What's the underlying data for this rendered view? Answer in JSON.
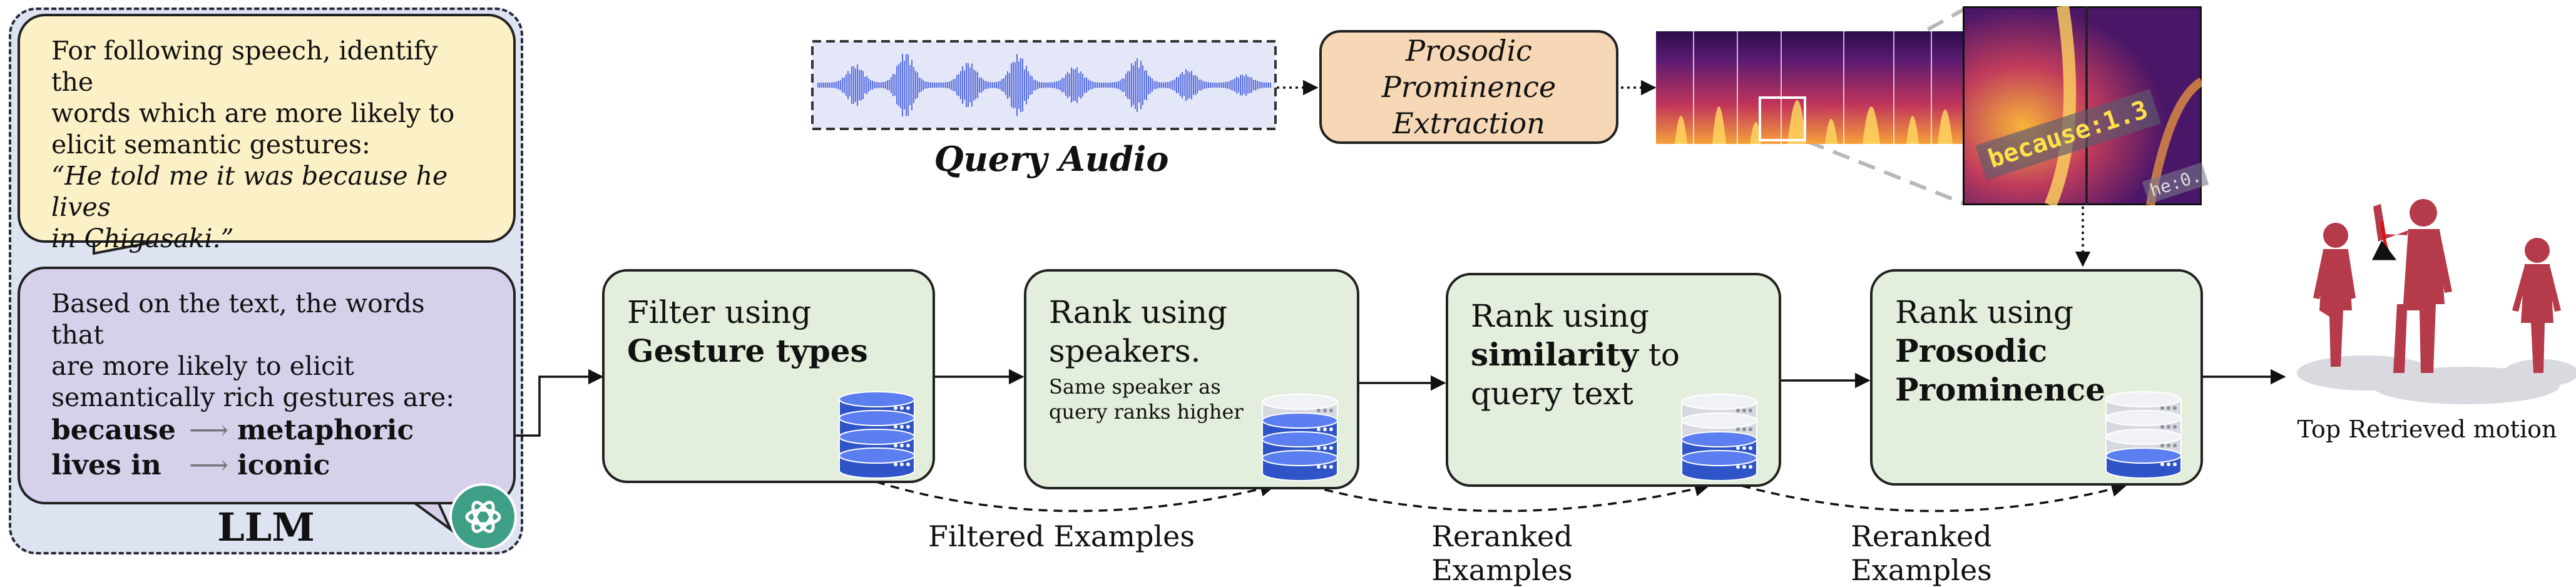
{
  "llm": {
    "label": "LLM",
    "prompt_lines": [
      "For following speech, identify the",
      "words which are more likely to",
      "elicit semantic gestures:"
    ],
    "quote_lines": [
      "“He told me it was because he lives",
      "in Chigasaki.”"
    ],
    "answer_lines": [
      "Based on the text, the words that",
      "are more likely to elicit",
      "semantically rich gestures are:"
    ],
    "mappings": [
      {
        "word": "because",
        "gesture": "metaphoric"
      },
      {
        "word": "lives in",
        "gesture": "iconic"
      }
    ]
  },
  "audio": {
    "caption": "Query Audio"
  },
  "prominence_box": {
    "line1": "Prosodic Prominence",
    "line2": "Extraction"
  },
  "zoom": {
    "label_main": "because:1.3",
    "label_side": "he:0."
  },
  "stages": [
    {
      "line1": "Filter using",
      "bold": "Gesture types"
    },
    {
      "line1": "Rank using",
      "line2": "speakers.",
      "note1": "Same speaker as",
      "note2": "query ranks higher"
    },
    {
      "line1": "Rank using",
      "bold": "similarity",
      "rest": " to",
      "line3": "query text"
    },
    {
      "line1": "Rank using",
      "bold": "Prosodic",
      "bold2": "Prominence"
    }
  ],
  "links": [
    "Filtered Examples",
    "Reranked Examples",
    "Reranked Examples"
  ],
  "output": {
    "caption": "Top Retrieved motion"
  },
  "colors": {
    "db_blue": "#2f54c7",
    "db_gray": "#d6d9df",
    "stage_green": "#e3eedc",
    "llm_bg": "#dde3f1"
  }
}
